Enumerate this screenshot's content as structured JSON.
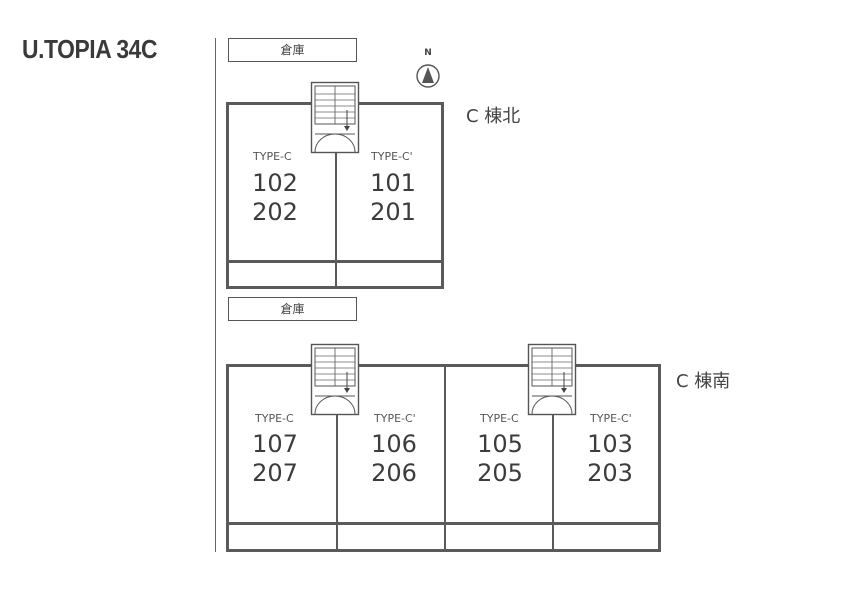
{
  "title": "U.TOPIA 34C",
  "compass": {
    "label": "N"
  },
  "storage_label": "倉庫",
  "north_building": {
    "label": "C 棟北",
    "units": [
      {
        "type": "TYPE-C",
        "rooms": [
          "102",
          "202"
        ]
      },
      {
        "type": "TYPE-C'",
        "rooms": [
          "101",
          "201"
        ]
      }
    ]
  },
  "south_building": {
    "label": "C 棟南",
    "units": [
      {
        "type": "TYPE-C",
        "rooms": [
          "107",
          "207"
        ]
      },
      {
        "type": "TYPE-C'",
        "rooms": [
          "106",
          "206"
        ]
      },
      {
        "type": "TYPE-C",
        "rooms": [
          "105",
          "205"
        ]
      },
      {
        "type": "TYPE-C'",
        "rooms": [
          "103",
          "203"
        ]
      }
    ]
  }
}
